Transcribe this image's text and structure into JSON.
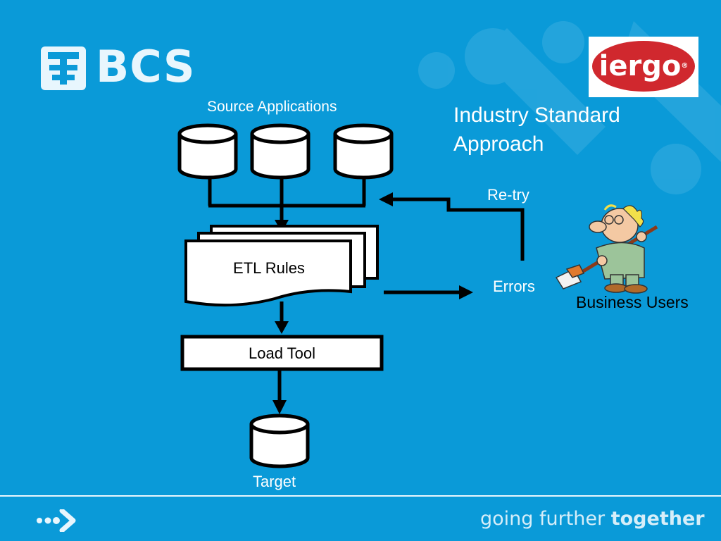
{
  "brand": {
    "left_logo_text": "BCS",
    "right_logo_text": "iergo",
    "right_logo_mark": "®",
    "tagline_light": "going further ",
    "tagline_bold": "together"
  },
  "slide": {
    "title": "Industry Standard Approach"
  },
  "diagram": {
    "source_label": "Source Applications",
    "etl_label": "ETL Rules",
    "load_label": "Load Tool",
    "target_label": "Target",
    "retry_label": "Re-try",
    "errors_label": "Errors",
    "users_label": "Business Users"
  },
  "colors": {
    "background": "#0a9ad8",
    "iergo_red": "#d0282e"
  },
  "icons": [
    "database-icon",
    "document-stack-icon",
    "arrow-right-icon",
    "cartoon-janitor-icon",
    "forward-arrow-icon"
  ]
}
